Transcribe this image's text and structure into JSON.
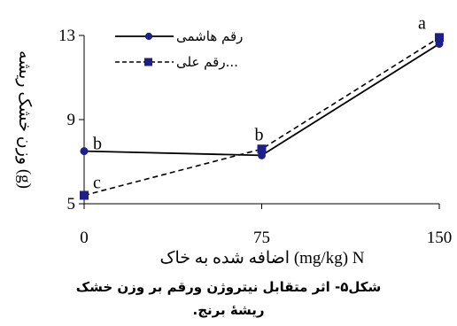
{
  "chart_data": {
    "type": "line",
    "x": [
      0,
      75,
      150
    ],
    "xlim": [
      0,
      150
    ],
    "ylim": [
      5,
      13
    ],
    "xticks": [
      "0",
      "75",
      "150"
    ],
    "yticks": [
      "5",
      "9",
      "13"
    ],
    "xlabel": "اضافه شده به خاک (mg/kg) N",
    "ylabel": "وزن خشک ریشه (g)",
    "series": [
      {
        "name": "رقم هاشمی",
        "values": [
          7.5,
          7.3,
          12.6
        ],
        "color": "#000000",
        "marker_color": "#1f1f8a",
        "line_style": "solid",
        "marker": "circle",
        "labels": [
          "b",
          "",
          ""
        ]
      },
      {
        "name": "رقم علی...",
        "values": [
          5.4,
          7.6,
          12.9
        ],
        "color": "#000000",
        "marker_color": "#1f1f8a",
        "line_style": "dashed",
        "marker": "square",
        "labels": [
          "c",
          "b",
          "a"
        ]
      }
    ],
    "legend_position": "top-left",
    "grid": false
  },
  "caption": {
    "line1": "شکل۵- اثر متقابل نیتروژن ورقم بر وزن خشک",
    "line2": "ریشهٔ برنج."
  }
}
